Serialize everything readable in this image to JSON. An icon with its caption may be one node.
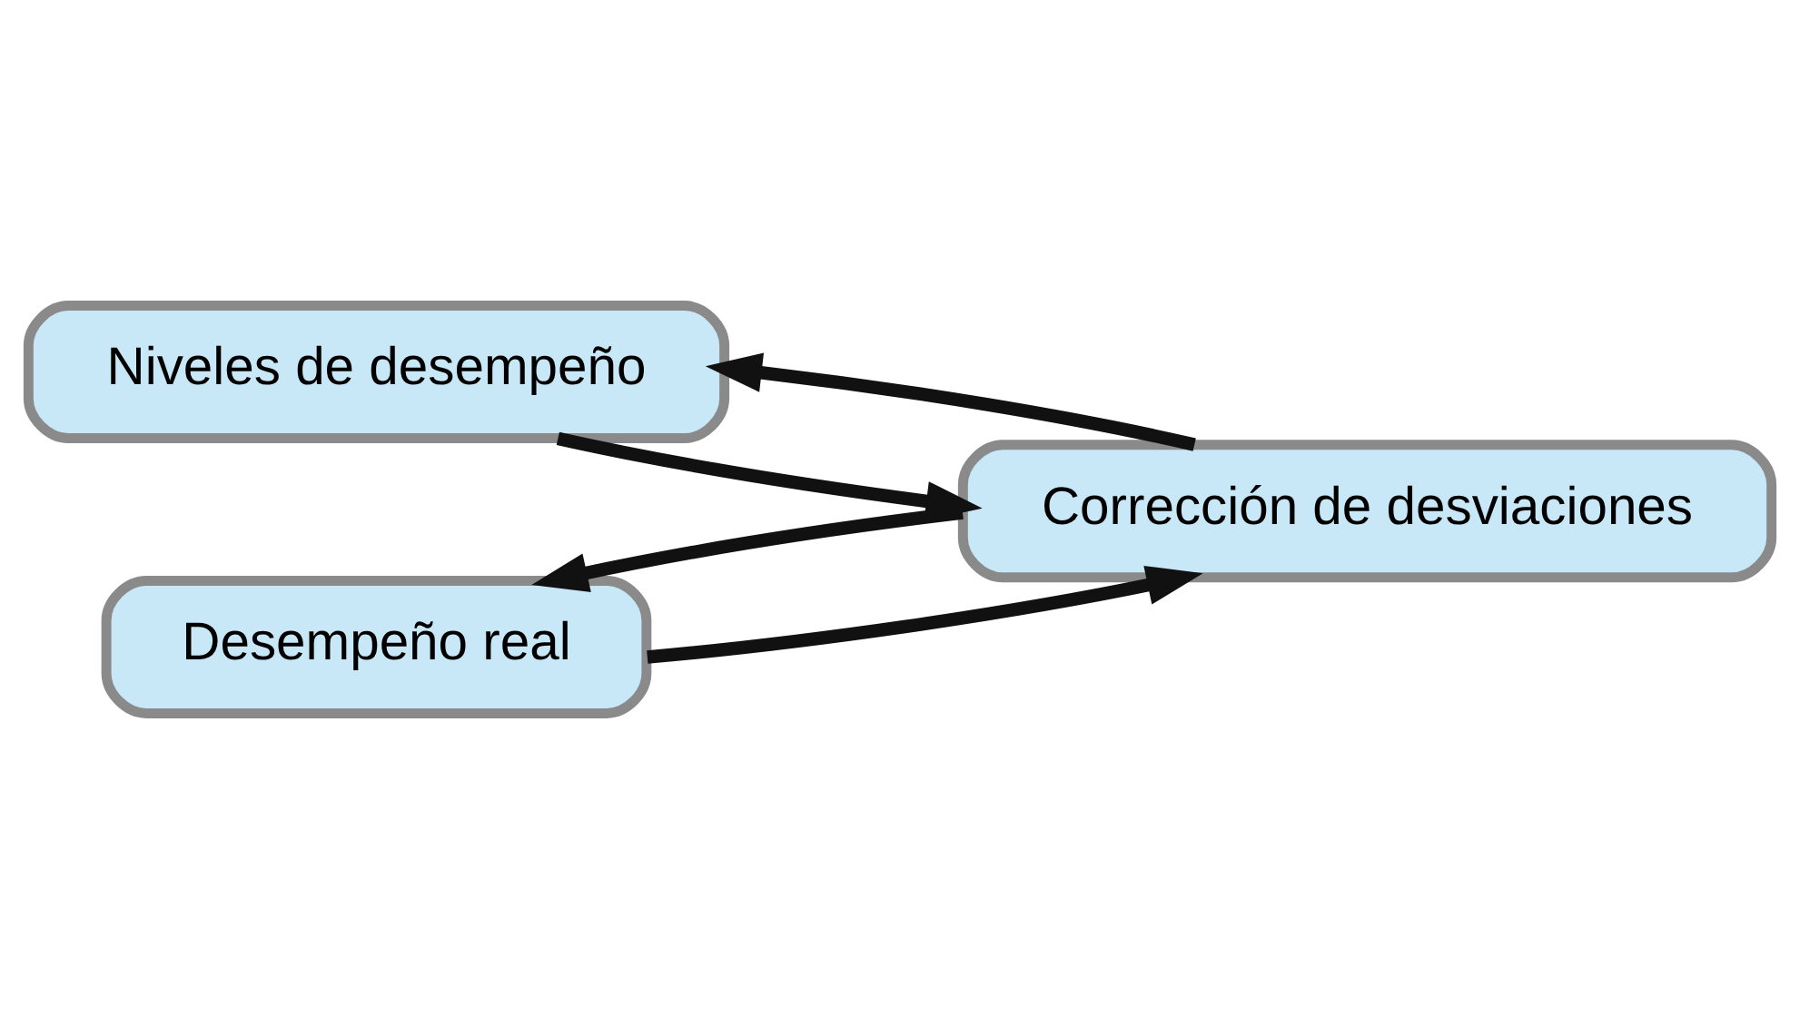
{
  "diagram": {
    "nodes": [
      {
        "text": [
          "Niveles de desempeño"
        ]
      },
      {
        "text": [
          "Desempeño real"
        ]
      },
      {
        "text": [
          "Corrección de desviaciones"
        ]
      }
    ],
    "edges": [
      {
        "from": 0,
        "to": 2,
        "arrow": "to"
      },
      {
        "from": 1,
        "to": 2,
        "arrow": "to"
      },
      {
        "from": 2,
        "to": 0,
        "arrow": "to"
      },
      {
        "from": 2,
        "to": 1,
        "arrow": "to"
      }
    ]
  }
}
